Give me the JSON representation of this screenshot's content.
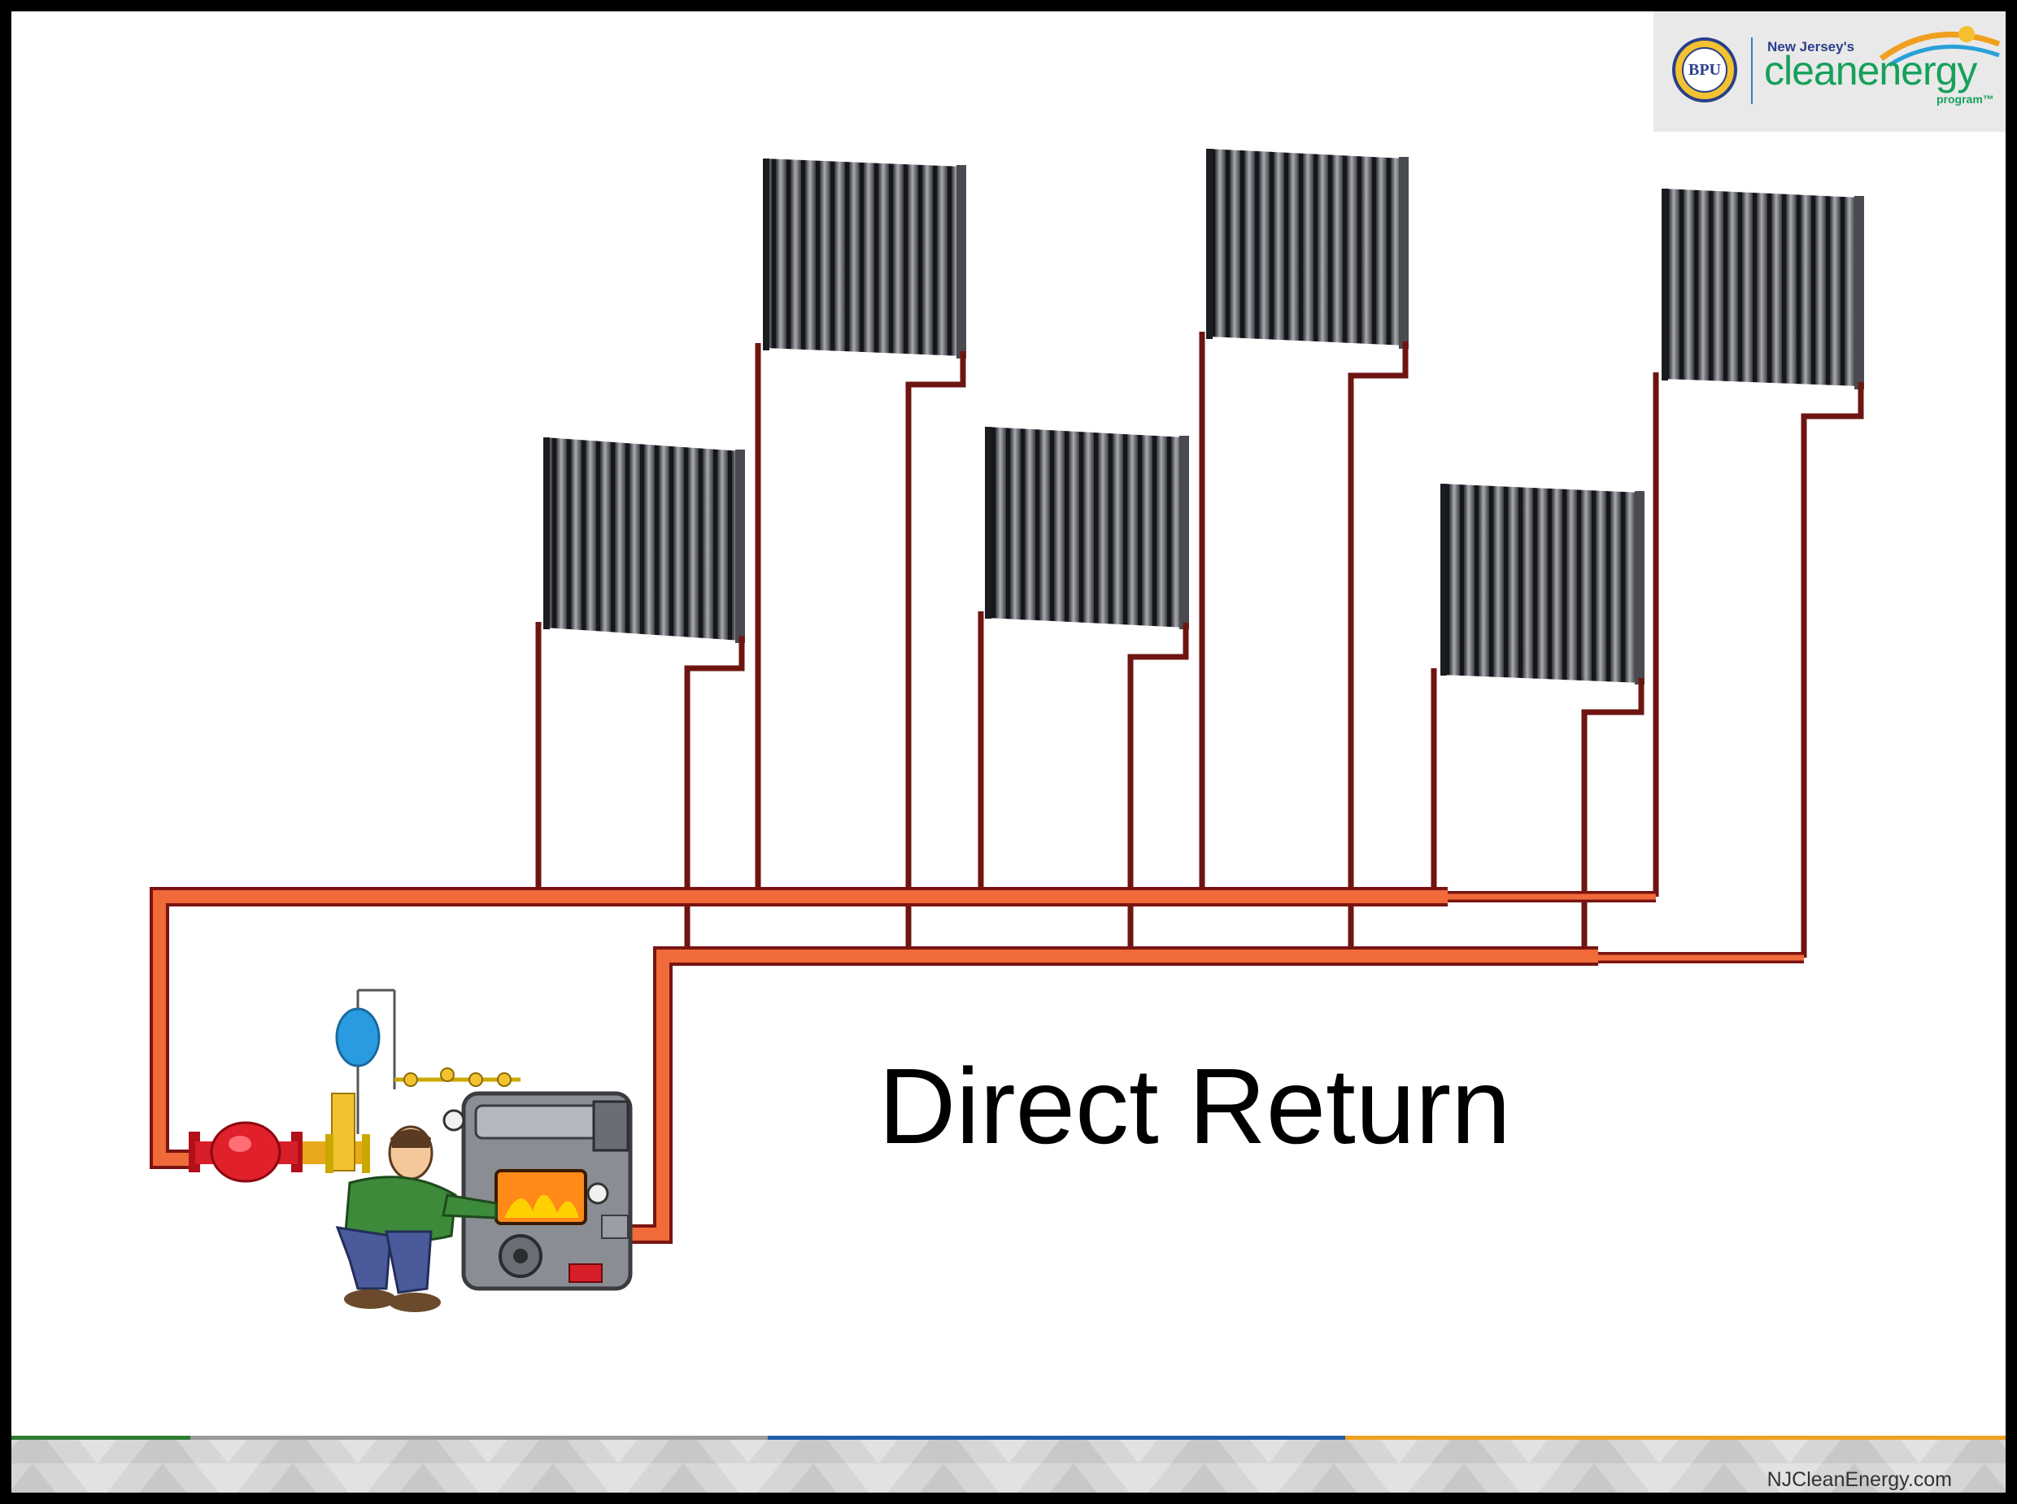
{
  "slide": {
    "title": "Direct Return",
    "footer_url": "NJCleanEnergy.com"
  },
  "logo": {
    "seal_text": "BPU",
    "tagline_pre": "New Jersey's",
    "name": "cleanenergy",
    "tagline_post": "program™"
  },
  "colors": {
    "main_pipe": "#f06a3a",
    "main_pipe_edge": "#7a1412",
    "branch_pipe": "#6e1512",
    "radiator": "#5e6068",
    "footer_green": "#2e7d32",
    "footer_blue": "#1f5faa",
    "footer_orange": "#f0a020"
  },
  "icons": [
    "radiator-icon",
    "boiler-icon",
    "circulator-pump-icon",
    "expansion-tank-icon",
    "technician-icon",
    "bpu-seal-icon"
  ]
}
